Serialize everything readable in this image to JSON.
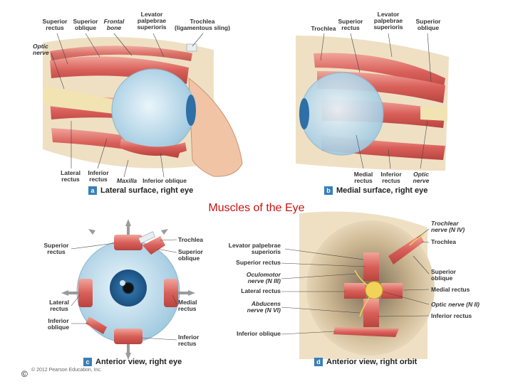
{
  "title": "Muscles of the Eye",
  "copyright_symbol": "©",
  "copyright_text": "© 2012 Pearson Education, Inc.",
  "panels": {
    "a": {
      "letter": "a",
      "caption": "Lateral surface, right eye",
      "labels": {
        "superior_rectus": "Superior\nrectus",
        "superior_oblique": "Superior\noblique",
        "frontal_bone": "Frontal\nbone",
        "levator": "Levator\npalpebrae\nsuperioris",
        "trochlea": "Trochlea\n(ligamentous sling)",
        "optic_nerve": "Optic\nnerve",
        "lateral_rectus": "Lateral\nrectus",
        "inferior_rectus": "Inferior\nrectus",
        "maxilla": "Maxilla",
        "inferior_oblique": "Inferior oblique"
      }
    },
    "b": {
      "letter": "b",
      "caption": "Medial surface, right eye",
      "labels": {
        "trochlea": "Trochlea",
        "superior_rectus": "Superior\nrectus",
        "levator": "Levator\npalpebrae\nsuperioris",
        "superior_oblique": "Superior\noblique",
        "medial_rectus": "Medial\nrectus",
        "inferior_rectus": "Inferior\nrectus",
        "optic_nerve": "Optic\nnerve"
      }
    },
    "c": {
      "letter": "c",
      "caption": "Anterior view, right eye",
      "labels": {
        "superior_rectus": "Superior\nrectus",
        "trochlea": "Trochlea",
        "superior_oblique": "Superior\noblique",
        "lateral_rectus": "Lateral\nrectus",
        "medial_rectus": "Medial\nrectus",
        "inferior_oblique": "Inferior\noblique",
        "inferior_rectus": "Inferior\nrectus"
      }
    },
    "d": {
      "letter": "d",
      "caption": "Anterior view, right orbit",
      "labels": {
        "levator": "Levator palpebrae\nsuperioris",
        "superior_rectus": "Superior rectus",
        "oculomotor": "Oculomotor\nnerve (N III)",
        "lateral_rectus": "Lateral rectus",
        "abducens": "Abducens\nnerve (N VI)",
        "inferior_oblique": "Inferior oblique",
        "trochlear_nerve": "Trochlear\nnerve (N IV)",
        "trochlea": "Trochlea",
        "superior_oblique": "Superior\noblique",
        "medial_rectus": "Medial rectus",
        "optic_nerve": "Optic nerve (N II)",
        "inferior_rectus": "Inferior rectus"
      }
    }
  },
  "colors": {
    "muscle": "#d9605a",
    "muscle_light": "#f0a59a",
    "eyeball": "#cfe6f3",
    "iris": "#2d6fa6",
    "bone": "#efe0c4",
    "nerve": "#f2d35a",
    "label_badge": "#3a7fb7",
    "title": "#cc1111"
  }
}
